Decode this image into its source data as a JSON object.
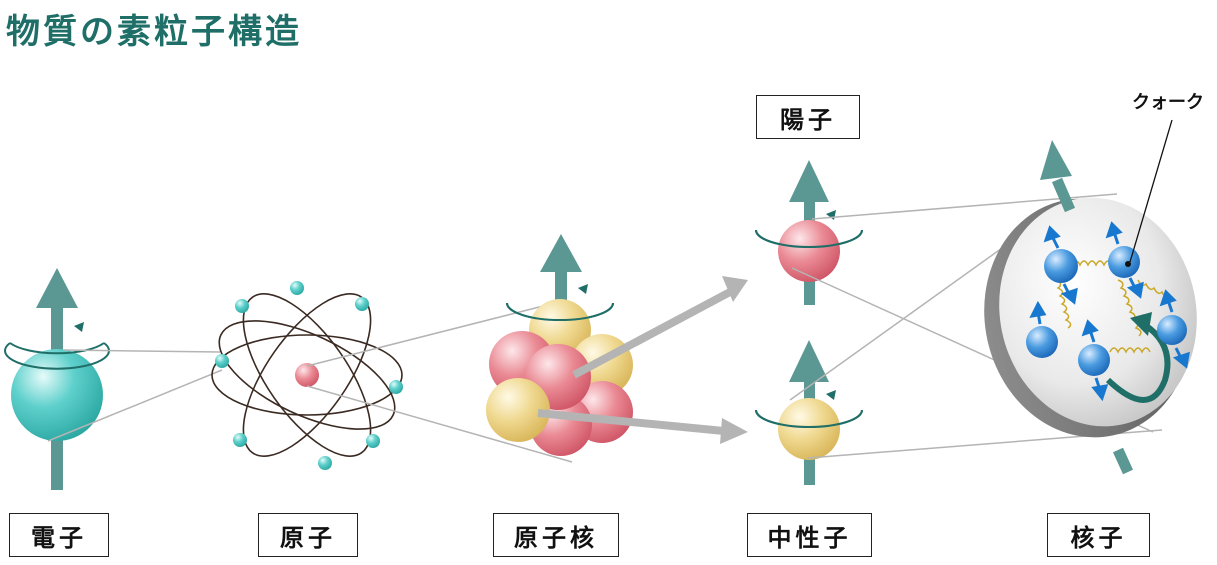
{
  "title": "物質の素粒子構造",
  "labels": {
    "electron": "電子",
    "atom": "原子",
    "nucleus": "原子核",
    "proton": "陽子",
    "neutron": "中性子",
    "nucleon": "核子",
    "quark": "クォーク"
  },
  "colors": {
    "title": "#1f6f68",
    "spin_arrow": "#5b9893",
    "electron": "#45c3bf",
    "proton": "#e4737f",
    "neutron": "#ecd37f",
    "quark": "#1d78c8"
  }
}
